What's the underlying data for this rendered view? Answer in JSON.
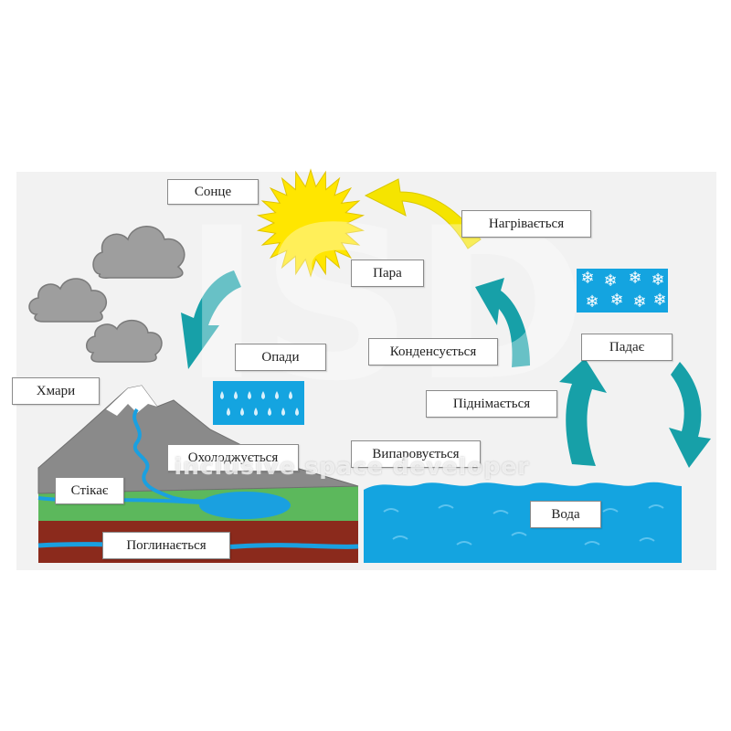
{
  "labels": {
    "sun": "Сонце",
    "heats": "Нагрівається",
    "vapor": "Пара",
    "precipitation": "Опади",
    "condenses": "Конденсується",
    "falls": "Падає",
    "clouds": "Хмари",
    "rises": "Піднімається",
    "cools": "Охолоджується",
    "evaporates": "Випаровується",
    "flows": "Стікає",
    "water": "Вода",
    "absorbed": "Поглинається"
  },
  "watermark": {
    "logo": "ISD",
    "text": "inclusive space developer"
  },
  "colors": {
    "sun": "#ffe600",
    "arrow_teal": "#17a0a8",
    "arrow_yellow": "#f5e400",
    "water": "#14a4e0",
    "grass": "#5cb85c",
    "soil": "#8b2a1c",
    "cloud": "#9e9e9e",
    "mountain": "#8a8a8a"
  }
}
